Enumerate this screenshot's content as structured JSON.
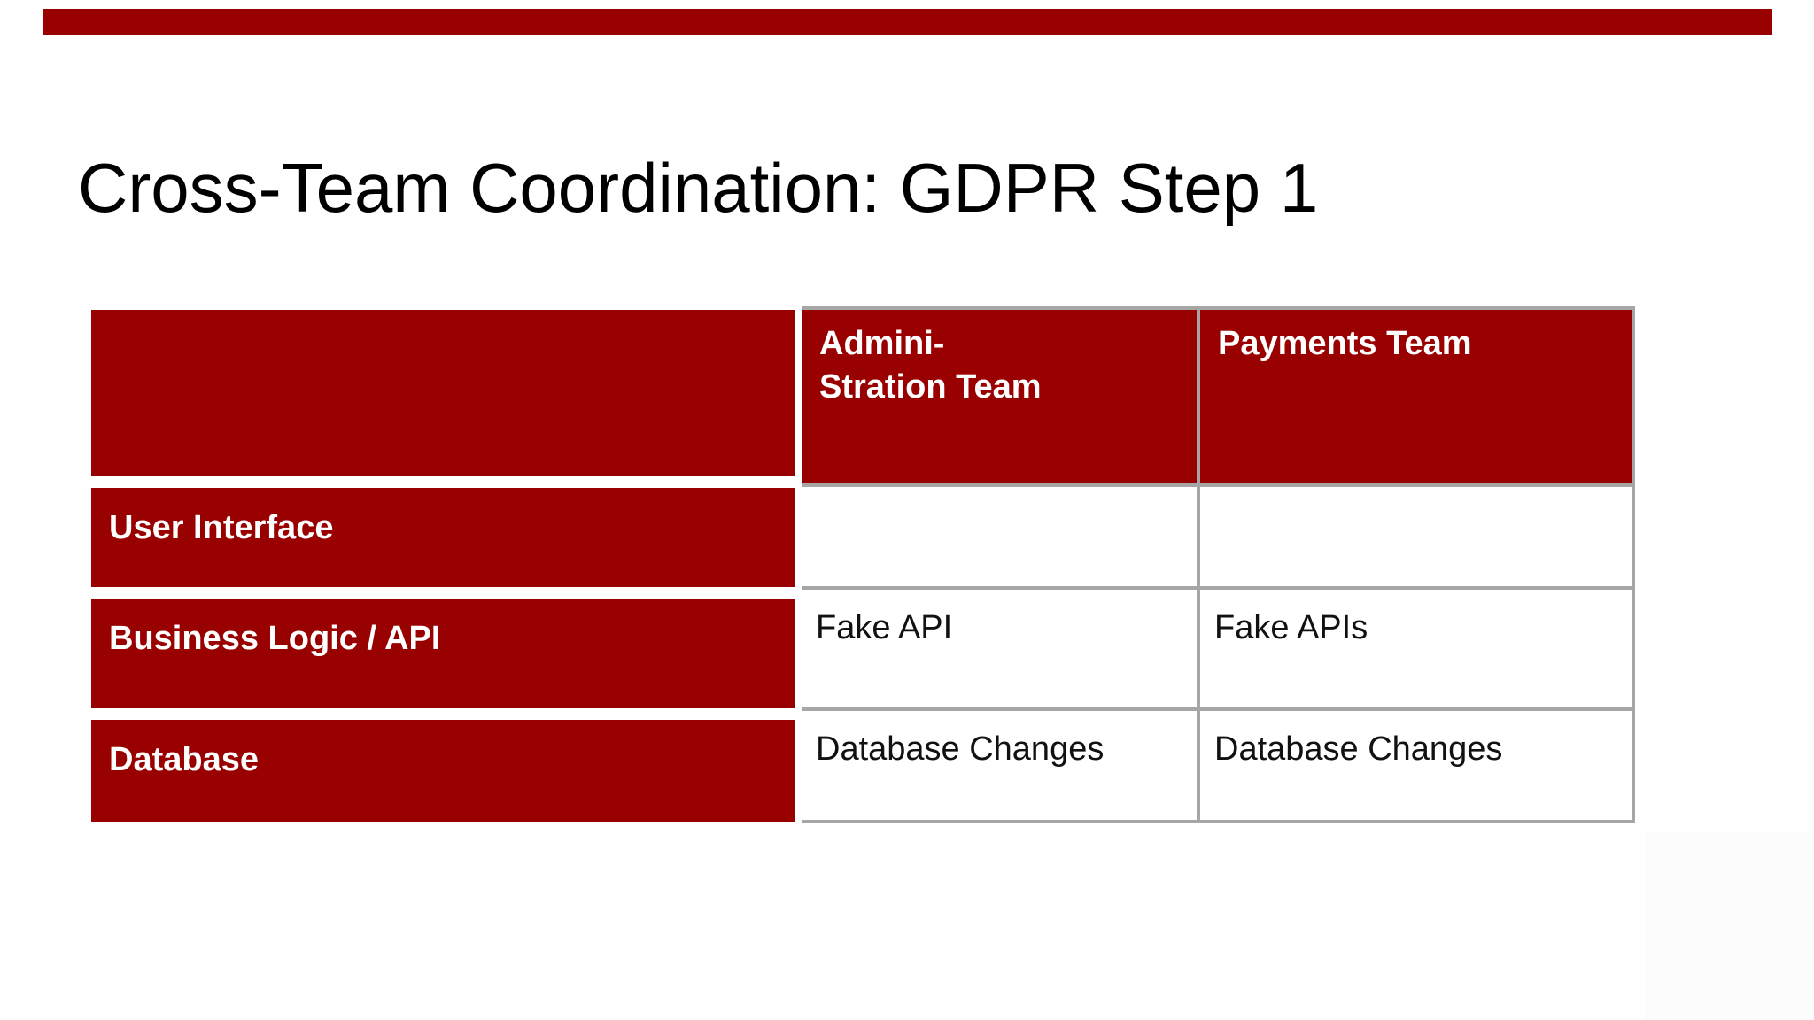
{
  "slide": {
    "title": "Cross-Team Coordination: GDPR Step 1",
    "accent_bar_color": "#990100",
    "background_color": "#ffffff"
  },
  "table": {
    "header_fill_color": "#990100",
    "header_text_color": "#ffffff",
    "cell_text_color": "#111111",
    "border_color": "#a6a6a6",
    "columns": [
      {
        "label": ""
      },
      {
        "label": "Admini-\nStration Team"
      },
      {
        "label": "Payments Team"
      }
    ],
    "rows": [
      {
        "header": "User Interface",
        "cells": [
          "",
          ""
        ]
      },
      {
        "header": "Business Logic / API",
        "cells": [
          "Fake API",
          "Fake APIs"
        ]
      },
      {
        "header": "Database",
        "cells": [
          "Database Changes",
          "Database Changes"
        ]
      }
    ]
  }
}
